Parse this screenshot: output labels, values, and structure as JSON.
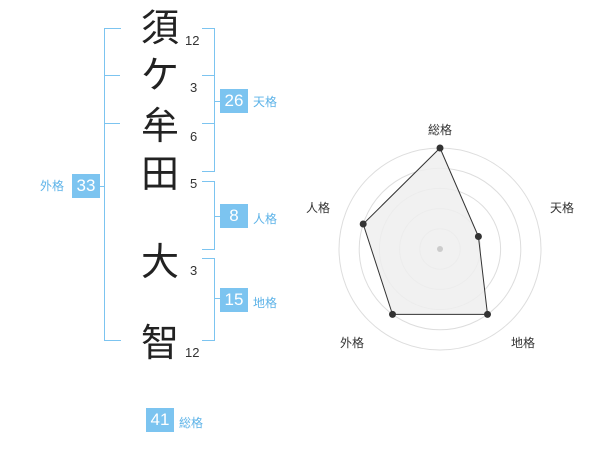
{
  "name": {
    "surname": [
      {
        "char": "須",
        "strokes": "12"
      },
      {
        "char": "ケ",
        "strokes": "3"
      },
      {
        "char": "牟",
        "strokes": "6"
      },
      {
        "char": "田",
        "strokes": "5"
      }
    ],
    "given": [
      {
        "char": "大",
        "strokes": "3"
      },
      {
        "char": "智",
        "strokes": "12"
      }
    ]
  },
  "kakusu": {
    "tenkaku": {
      "value": "26",
      "label": "天格"
    },
    "jinkaku": {
      "value": "8",
      "label": "人格"
    },
    "chikaku": {
      "value": "15",
      "label": "地格"
    },
    "gaikaku": {
      "value": "33",
      "label": "外格"
    },
    "soukaku": {
      "value": "41",
      "label": "総格"
    }
  },
  "radar": {
    "labels": {
      "soukaku": "総格",
      "tenkaku": "天格",
      "chikaku": "地格",
      "gaikaku": "外格",
      "jinkaku": "人格"
    },
    "axes": [
      "総格",
      "天格",
      "地格",
      "外格",
      "人格"
    ],
    "values": [
      5,
      2,
      4,
      4,
      4
    ],
    "max": 5,
    "colors": {
      "ring": "#dddddd",
      "fill": "#efefef",
      "line": "#333333",
      "point": "#333333",
      "center": "#cccccc"
    }
  }
}
